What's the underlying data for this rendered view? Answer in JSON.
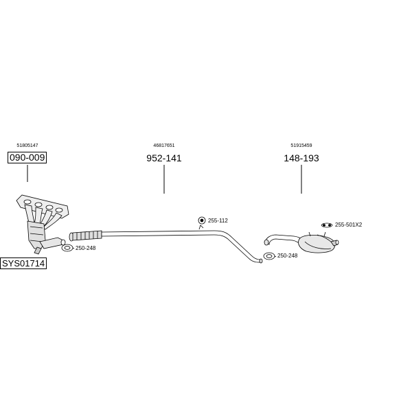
{
  "system_code": "SYS01714",
  "groups": [
    {
      "oe_number": "51805147",
      "part_number": "090-009"
    },
    {
      "oe_number": "46817651",
      "part_number": "952-141"
    },
    {
      "oe_number": "51915459",
      "part_number": "148-193"
    }
  ],
  "accessories": [
    {
      "part_number": "250-248"
    },
    {
      "part_number": "255-112"
    },
    {
      "part_number": "250-248"
    },
    {
      "part_number": "255-501X2"
    }
  ],
  "colors": {
    "line": "#000000",
    "fill_light": "#e6e6e6",
    "fill_mid": "#c8c8c8"
  }
}
